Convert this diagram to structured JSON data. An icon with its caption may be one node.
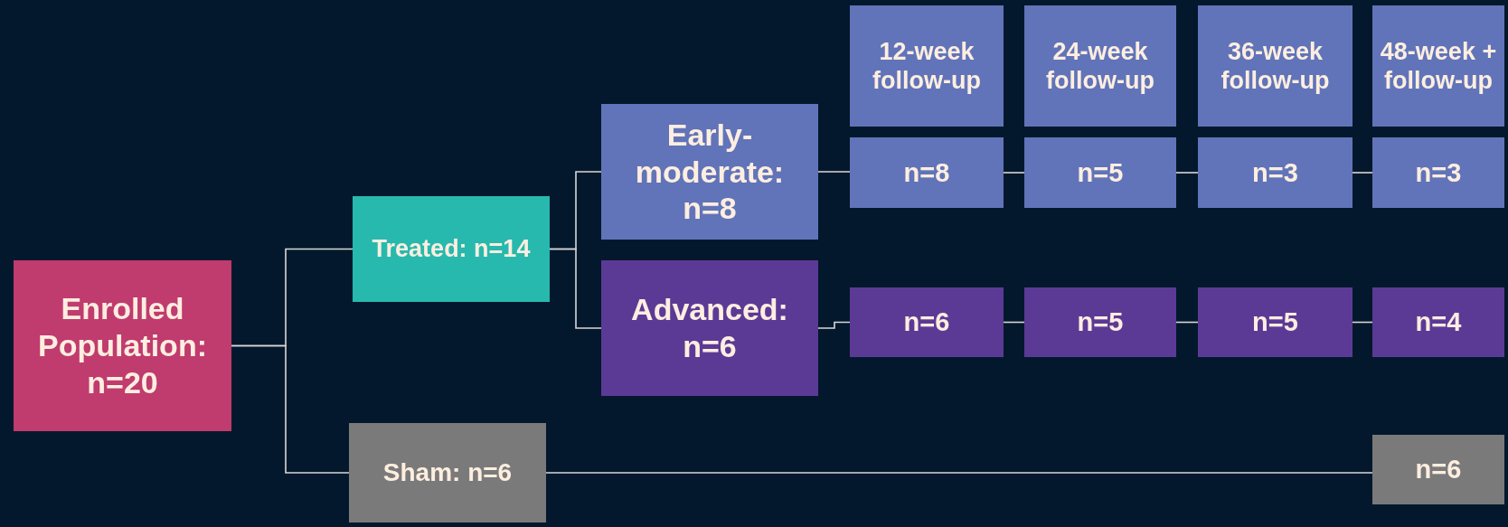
{
  "diagram": {
    "nodes": [
      {
        "text": [
          "Enrolled Population: n=20"
        ]
      },
      {
        "text": [
          "Treated: n=14"
        ]
      },
      {
        "text": [
          "Early-moderate: n=8"
        ]
      },
      {
        "text": [
          "Advanced: n=6"
        ]
      },
      {
        "text": [
          "Sham: n=6"
        ]
      },
      {
        "text": [
          "12-week follow-up"
        ]
      },
      {
        "text": [
          "24-week follow-up"
        ]
      },
      {
        "text": [
          "36-week follow-up"
        ]
      },
      {
        "text": [
          "48-week + follow-up"
        ]
      },
      {
        "text": [
          "n=8"
        ]
      },
      {
        "text": [
          "n=5"
        ]
      },
      {
        "text": [
          "n=3"
        ]
      },
      {
        "text": [
          "n=3"
        ]
      },
      {
        "text": [
          "n=6"
        ]
      },
      {
        "text": [
          "n=5"
        ]
      },
      {
        "text": [
          "n=5"
        ]
      },
      {
        "text": [
          "n=4"
        ]
      },
      {
        "text": [
          "n=6"
        ]
      }
    ],
    "edges": [
      {
        "from": 0,
        "to": 1,
        "arrow": "none"
      },
      {
        "from": 0,
        "to": 4,
        "arrow": "none"
      },
      {
        "from": 1,
        "to": 2,
        "arrow": "none"
      },
      {
        "from": 1,
        "to": 3,
        "arrow": "none"
      },
      {
        "from": 2,
        "to": 9,
        "arrow": "none"
      },
      {
        "from": 9,
        "to": 10,
        "arrow": "none"
      },
      {
        "from": 10,
        "to": 11,
        "arrow": "none"
      },
      {
        "from": 11,
        "to": 12,
        "arrow": "none"
      },
      {
        "from": 3,
        "to": 13,
        "arrow": "none"
      },
      {
        "from": 13,
        "to": 14,
        "arrow": "none"
      },
      {
        "from": 14,
        "to": 15,
        "arrow": "none"
      },
      {
        "from": 15,
        "to": 16,
        "arrow": "none"
      },
      {
        "from": 4,
        "to": 17,
        "arrow": "none"
      }
    ]
  }
}
